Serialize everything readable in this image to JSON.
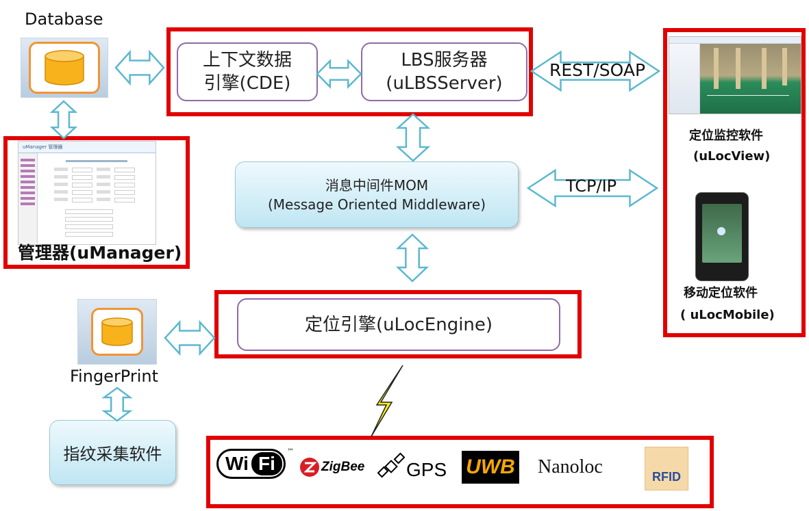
{
  "colors": {
    "frame_red": "#e00000",
    "arrow_blue": "#5bb8cf",
    "box_purple": "#8e6aa8",
    "db_orange": "#f29433"
  },
  "database": {
    "label": "Database",
    "icon": "database-cylinder-icon"
  },
  "cde": {
    "line1": "上下文数据",
    "line2": "引擎(CDE)"
  },
  "lbs": {
    "line1": "LBS服务器",
    "line2": "(uLBSServer)"
  },
  "rest_soap": "REST/SOAP",
  "tcp_ip": "TCP/IP",
  "mom": {
    "line1": "消息中间件MOM",
    "line2": "(Message Oriented Middleware)"
  },
  "manager": {
    "label": "管理器(uManager)",
    "screen_title": "uManager 管理器"
  },
  "engine": {
    "label": "定位引擎(uLocEngine)"
  },
  "fingerprint": {
    "label": "FingerPrint",
    "icon": "database-cylinder-icon"
  },
  "collector": {
    "label": "指纹采集软件"
  },
  "locview": {
    "line1": "定位监控软件",
    "line2": "(uLocView)"
  },
  "locmobile": {
    "line1": "移动定位软件",
    "line2": "( uLocMobile)"
  },
  "technologies": {
    "wifi": {
      "left": "Wi",
      "right": "Fi",
      "tm": "™"
    },
    "zigbee": "ZigBee",
    "gps": "GPS",
    "uwb": "UWB",
    "nanoloc": "Nanoloc",
    "rfid": "RFID"
  },
  "wireless_icon": "lightning-bolt-icon"
}
